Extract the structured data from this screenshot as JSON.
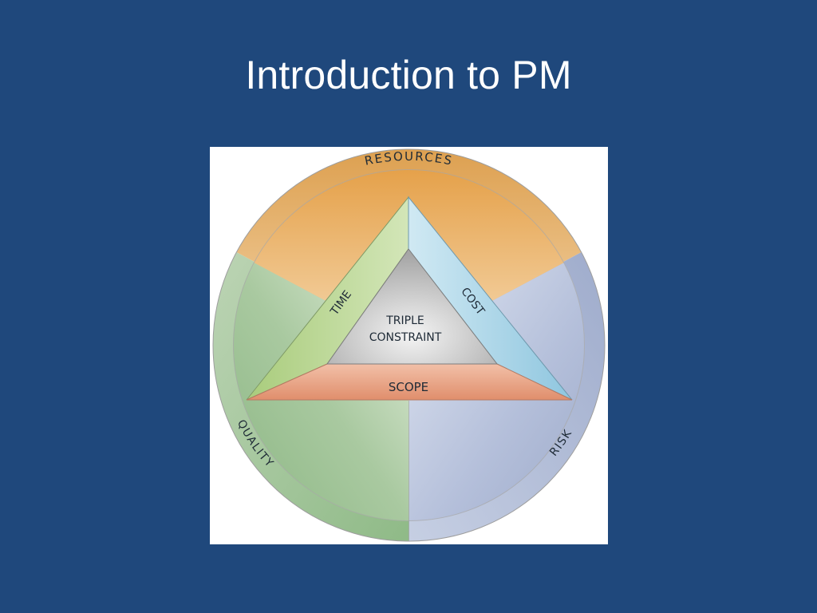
{
  "slide": {
    "title": "Introduction to PM"
  },
  "diagram": {
    "ring_labels": {
      "top": "RESOURCES",
      "left": "QUALITY",
      "right": "RISK"
    },
    "triangle_sides": {
      "left": "TIME",
      "right": "COST",
      "bottom": "SCOPE"
    },
    "center_label": {
      "line1": "TRIPLE",
      "line2": "CONSTRAINT"
    },
    "colors": {
      "background": "#1f487c",
      "resources": "#e7b46f",
      "quality": "#9cbf94",
      "risk": "#a9b6d3",
      "time": "#b7d68f",
      "cost": "#a8d4e6",
      "scope": "#e9a184",
      "center": "#b9b9b9"
    }
  }
}
